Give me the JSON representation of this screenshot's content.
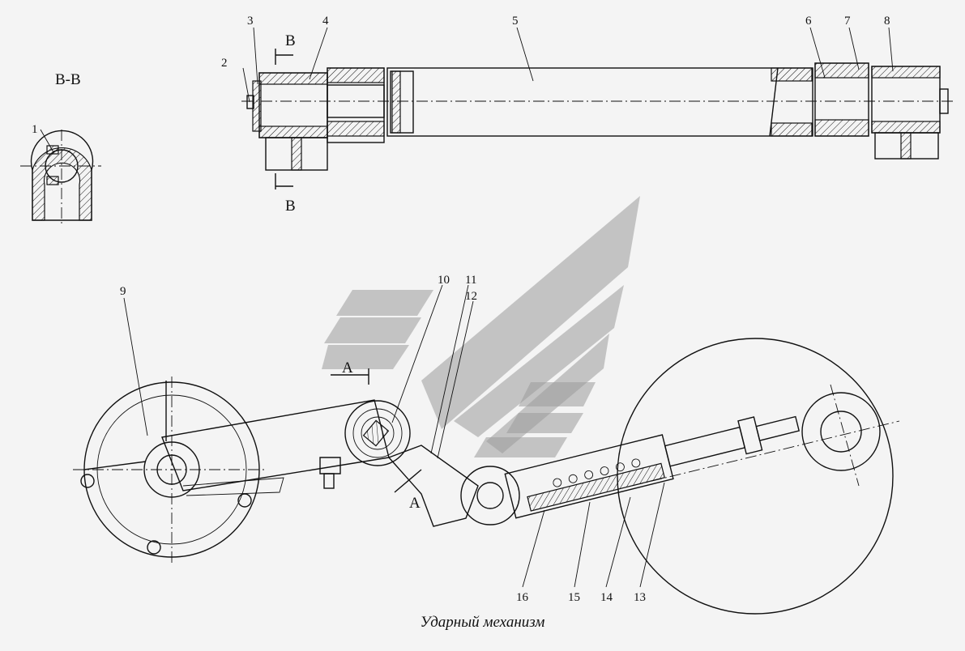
{
  "section_title": "В-В",
  "section_marks": [
    "В",
    "В"
  ],
  "view_marks": [
    "А",
    "А"
  ],
  "callouts": [
    "1",
    "2",
    "3",
    "4",
    "5",
    "6",
    "7",
    "8",
    "9",
    "10",
    "11",
    "12",
    "13",
    "14",
    "15",
    "16"
  ],
  "caption": "Ударный механизм"
}
